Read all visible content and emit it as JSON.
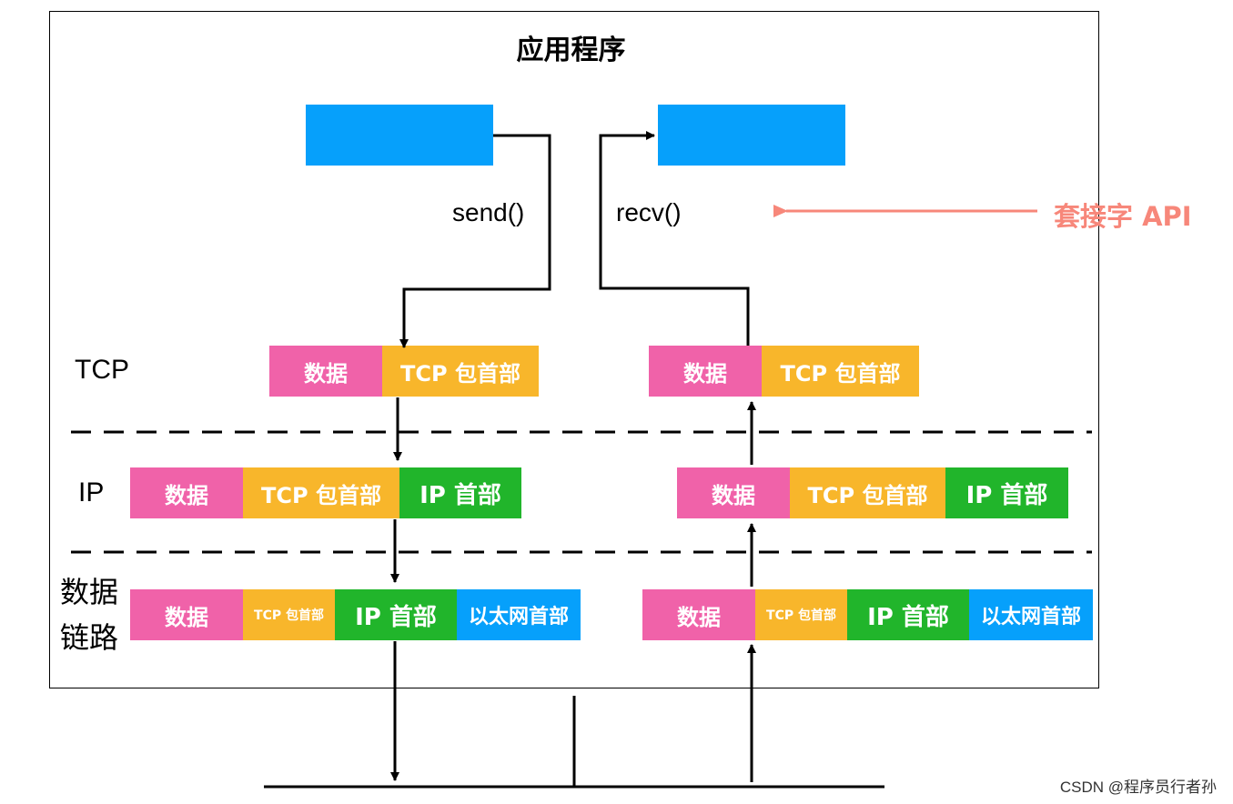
{
  "diagram": {
    "title": "应用程序",
    "send_label": "send()",
    "recv_label": "recv()",
    "api_label": "套接字 API",
    "layers": {
      "tcp": "TCP",
      "ip": "IP",
      "link_line1": "数据",
      "link_line2": "链路"
    },
    "segments": {
      "data": "数据",
      "tcp_header": "TCP 包首部",
      "ip_header": "IP 首部",
      "ether_header": "以太网首部"
    },
    "colors": {
      "app_box": "#06a0fb",
      "data": "#f062a9",
      "tcp_header": "#f8b62b",
      "ip_header": "#21b52b",
      "ether_header": "#06a0fb",
      "api_arrow": "#f7877a"
    }
  },
  "watermark": "CSDN @程序员行者孙"
}
